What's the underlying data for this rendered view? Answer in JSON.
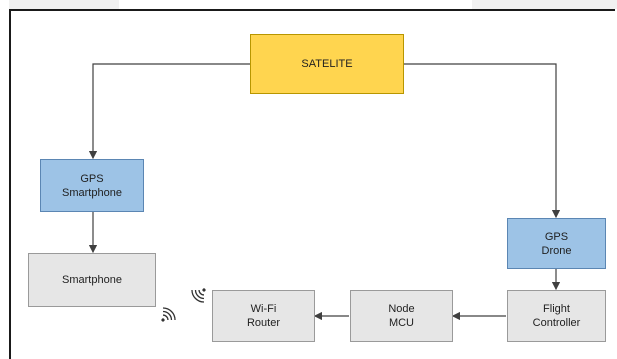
{
  "nodes": {
    "satelite": "SATELITE",
    "gps_smartphone": "GPS\nSmartphone",
    "smartphone": "Smartphone",
    "gps_drone": "GPS\nDrone",
    "flight_controller": "Flight\nController",
    "node_mcu": "Node\nMCU",
    "wifi_router": "Wi-Fi\nRouter"
  },
  "colors": {
    "satellite_fill": "#ffd54f",
    "gps_fill": "#9dc3e6",
    "device_fill": "#e6e6e6"
  },
  "icons": [
    "wireless-signal-icon",
    "wireless-signal-icon"
  ]
}
